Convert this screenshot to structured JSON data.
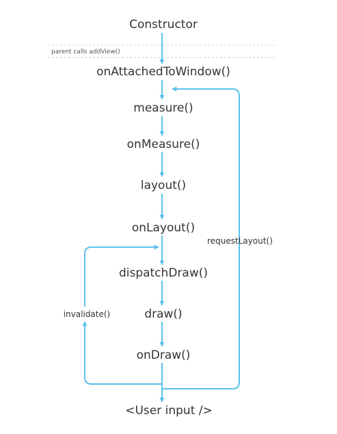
{
  "diagram": {
    "stages": [
      "Constructor",
      "onAttachedToWindow()",
      "measure()",
      "onMeasure()",
      "layout()",
      "onLayout()",
      "dispatchDraw()",
      "draw()",
      "onDraw()",
      "<User input />"
    ],
    "divider_label": "parent calls addView()",
    "loops": {
      "request_layout": "requestLayout()",
      "invalidate": "invalidate()"
    },
    "colors": {
      "arrow": "#5bc0eb",
      "text": "#333333",
      "divider": "#cccccc"
    }
  }
}
